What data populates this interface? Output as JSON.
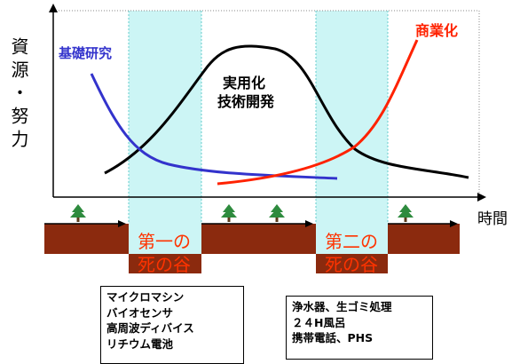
{
  "axes": {
    "y_label": "資源・努力",
    "x_label": "時間"
  },
  "curves": {
    "basic_research": {
      "label": "基礎研究",
      "color": "#3333cc"
    },
    "practical_dev": {
      "label_line1": "実用化",
      "label_line2": "技術開発",
      "color": "#000000"
    },
    "commercialization": {
      "label": "商業化",
      "color": "#ff2200"
    }
  },
  "valleys": [
    {
      "line1": "第一の",
      "line2": "死の谷"
    },
    {
      "line1": "第二の",
      "line2": "死の谷"
    }
  ],
  "examples": {
    "first": [
      "マイクロマシン",
      "バイオセンサ",
      "高周波ディバイス",
      "リチウム電池"
    ],
    "second": [
      "浄水器、生ゴミ処理",
      "２４H風呂",
      "携帯電話、PHS"
    ]
  },
  "colors": {
    "valley_band": "#ccf5f5",
    "ground": "#8b2a0e",
    "tree": "#2e8b3e",
    "valley_text": "#ff3300"
  }
}
